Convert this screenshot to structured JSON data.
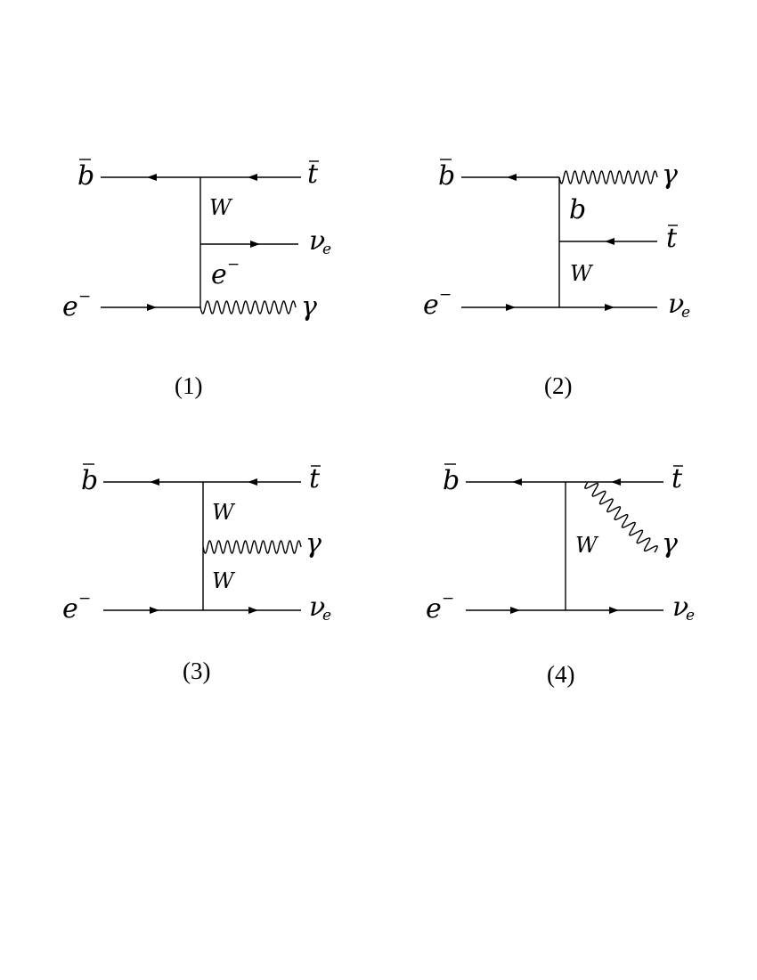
{
  "labels": {
    "b": "b",
    "t": "t",
    "e": "e",
    "minus": "−",
    "nu": "ν",
    "nu_sub": "e",
    "gamma": "γ",
    "W": "W"
  },
  "captions": [
    "(1)",
    "(2)",
    "(3)",
    "(4)"
  ]
}
